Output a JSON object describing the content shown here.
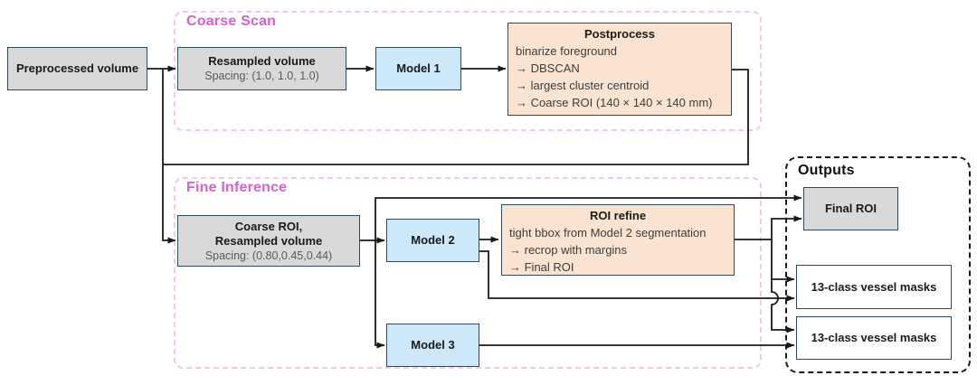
{
  "diagram": {
    "sections": {
      "coarse_scan": {
        "label": "Coarse Scan"
      },
      "fine_inference": {
        "label": "Fine Inference"
      },
      "outputs": {
        "label": "Outputs"
      }
    },
    "nodes": {
      "preprocessed_volume": {
        "title": "Preprocessed volume"
      },
      "resampled_volume": {
        "title": "Resampled volume",
        "subtitle": "Spacing: (1.0, 1.0, 1.0)"
      },
      "model_1": {
        "title": "Model 1"
      },
      "postprocess": {
        "title": "Postprocess",
        "steps": [
          "binarize foreground",
          "→ DBSCAN",
          "→ largest cluster centroid",
          "→ Coarse ROI (140 × 140 × 140 mm)"
        ]
      },
      "coarse_roi_volume": {
        "title_line_1": "Coarse ROI,",
        "title_line_2": "Resampled volume",
        "subtitle": "Spacing: (0.80,0.45,0.44)"
      },
      "model_2": {
        "title": "Model 2"
      },
      "roi_refine": {
        "title": "ROI refine",
        "steps": [
          "tight bbox from Model 2 segmentation",
          "→ recrop with margins",
          "→ Final ROI"
        ]
      },
      "model_3": {
        "title": "Model 3"
      },
      "final_roi": {
        "title": "Final ROI"
      },
      "vessel_masks_1": {
        "title": "13-class vessel masks"
      },
      "vessel_masks_2": {
        "title": "13-class vessel masks"
      }
    },
    "colors": {
      "node_fill_gray": "#d9d9d9",
      "node_fill_blue": "#cde8f8",
      "node_fill_peach": "#fbe3d1",
      "node_fill_white": "#ffffff",
      "node_border": "#2e4a5f",
      "section_pink": "#d95fce",
      "section_pink_border": "#f3c7ee",
      "outputs_border": "#1a1a1a",
      "connector": "#1a1a1a"
    }
  }
}
